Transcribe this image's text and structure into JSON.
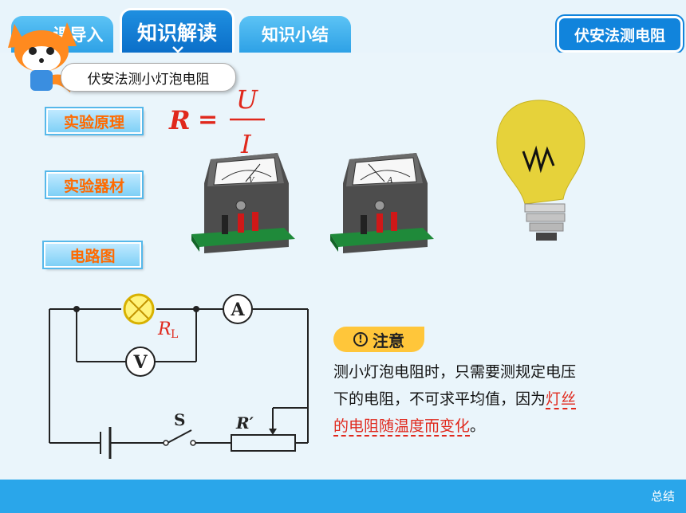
{
  "tabs": [
    {
      "label": "新课导入",
      "visible_label": "课导入"
    },
    {
      "label": "知识解读"
    },
    {
      "label": "知识小结"
    }
  ],
  "lesson_badge": "伏安法测电阻",
  "section_title": "伏安法测小灯泡电阻",
  "labels": {
    "principle": "实验原理",
    "equipment": "实验器材",
    "circuit": "电路图"
  },
  "formula": {
    "lhs": "R",
    "eq": "=",
    "num": "U",
    "den": "I"
  },
  "meters": {
    "voltmeter_symbol": "V",
    "ammeter_symbol": "A"
  },
  "circuit": {
    "lamp_label": "R",
    "lamp_sub": "L",
    "ammeter": "A",
    "voltmeter": "V",
    "switch": "S",
    "rheostat": "R′"
  },
  "note": {
    "tag": "注意",
    "line1": "测小灯泡电阻时，只需要测规定电压",
    "line2_plain": "下的电阻，不可求平均值，因为",
    "line2_hl": "灯丝",
    "line3_hl": "的电阻随温度而变化",
    "line3_end": "。"
  },
  "footer": {
    "summary": "总结"
  },
  "colors": {
    "tab_blue": "#2ea1e6",
    "active_tab": "#0b6fc9",
    "accent_orange": "#ff6a00",
    "highlight_red": "#e0281c",
    "note_yellow": "#ffc63a",
    "footer": "#2aa6ea"
  }
}
